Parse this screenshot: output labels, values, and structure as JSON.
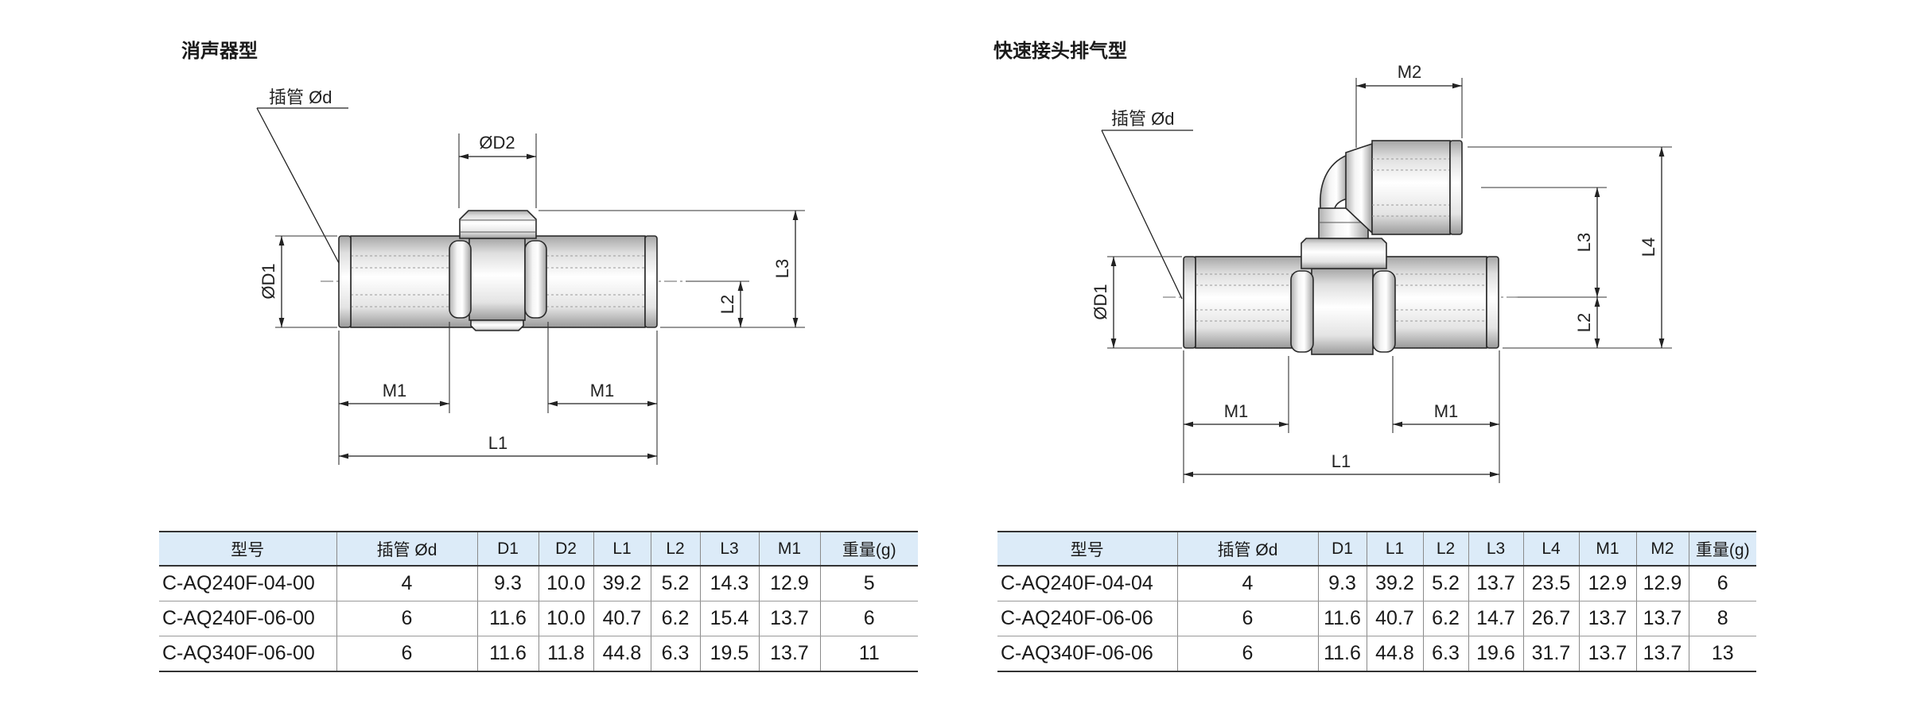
{
  "sections": {
    "muffler": {
      "title": "消声器型",
      "drawing": {
        "tube_label": "插管 Ød",
        "dim_d2": "ØD2",
        "dim_d1": "ØD1",
        "dim_l2": "L2",
        "dim_l3": "L3",
        "dim_m1_left": "M1",
        "dim_m1_right": "M1",
        "dim_l1": "L1"
      },
      "table": {
        "headers": [
          "型号",
          "插管 Ød",
          "D1",
          "D2",
          "L1",
          "L2",
          "L3",
          "M1",
          "重量(g)"
        ],
        "rows": [
          [
            "C-AQ240F-04-00",
            "4",
            "9.3",
            "10.0",
            "39.2",
            "5.2",
            "14.3",
            "12.9",
            "5"
          ],
          [
            "C-AQ240F-06-00",
            "6",
            "11.6",
            "10.0",
            "40.7",
            "6.2",
            "15.4",
            "13.7",
            "6"
          ],
          [
            "C-AQ340F-06-00",
            "6",
            "11.6",
            "11.8",
            "44.8",
            "6.3",
            "19.5",
            "13.7",
            "11"
          ]
        ]
      }
    },
    "quick_fitting": {
      "title": "快速接头排气型",
      "drawing": {
        "tube_label": "插管 Ød",
        "dim_m2": "M2",
        "dim_d1": "ØD1",
        "dim_l2": "L2",
        "dim_l3": "L3",
        "dim_l4": "L4",
        "dim_m1_left": "M1",
        "dim_m1_right": "M1",
        "dim_l1": "L1"
      },
      "table": {
        "headers": [
          "型号",
          "插管 Ød",
          "D1",
          "L1",
          "L2",
          "L3",
          "L4",
          "M1",
          "M2",
          "重量(g)"
        ],
        "rows": [
          [
            "C-AQ240F-04-04",
            "4",
            "9.3",
            "39.2",
            "5.2",
            "13.7",
            "23.5",
            "12.9",
            "12.9",
            "6"
          ],
          [
            "C-AQ240F-06-06",
            "6",
            "11.6",
            "40.7",
            "6.2",
            "14.7",
            "26.7",
            "13.7",
            "13.7",
            "8"
          ],
          [
            "C-AQ340F-06-06",
            "6",
            "11.6",
            "44.8",
            "6.3",
            "19.6",
            "31.7",
            "13.7",
            "13.7",
            "13"
          ]
        ]
      }
    }
  },
  "colors": {
    "table_header_bg": "#dcebf8",
    "line": "#222222",
    "metal_light": "#ffffff",
    "metal_dark": "#9a9a9a"
  }
}
